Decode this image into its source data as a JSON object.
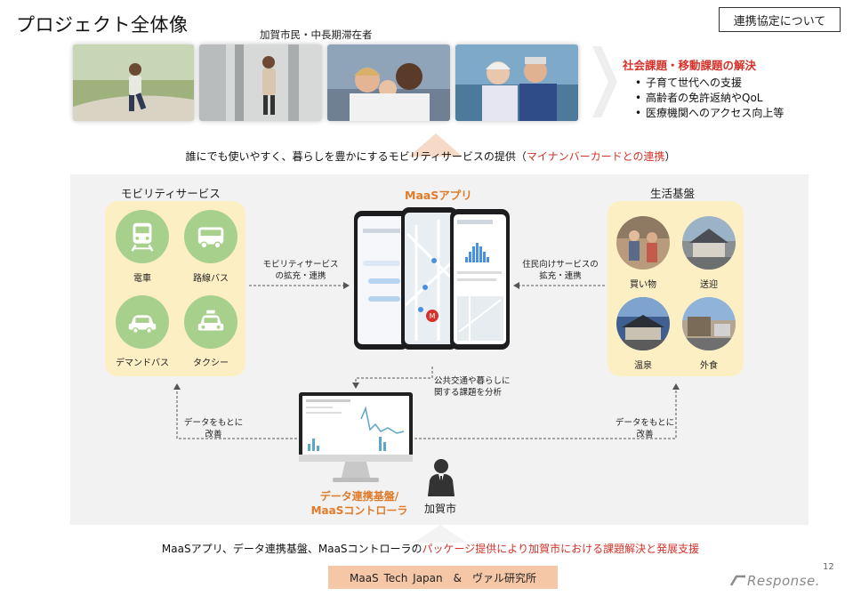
{
  "title": "プロジェクト全体像",
  "agreement_button": "連携協定について",
  "residents_label": "加賀市民・中長期滞在者",
  "issues": {
    "title": "社会課題・移動課題の解決",
    "items": [
      "子育て世代への支援",
      "高齢者の免許返納やQoL",
      "医療機関へのアクセス向上等"
    ]
  },
  "service_line": {
    "main": "誰にでも使いやすく、暮らしを豊かにするモビリティサービスの提供（",
    "highlight": "マイナンバーカードとの連携",
    "end": "）"
  },
  "mobility": {
    "title": "モビリティサービス",
    "items": [
      {
        "label": "電車",
        "icon": "train-icon"
      },
      {
        "label": "路線バス",
        "icon": "bus-icon"
      },
      {
        "label": "デマンドバス",
        "icon": "car-icon"
      },
      {
        "label": "タクシー",
        "icon": "taxi-icon"
      }
    ]
  },
  "maas_app_title": "MaaSアプリ",
  "life": {
    "title": "生活基盤",
    "items": [
      {
        "label": "買い物"
      },
      {
        "label": "送迎"
      },
      {
        "label": "温泉"
      },
      {
        "label": "外食"
      }
    ]
  },
  "notes": {
    "mobility_link": [
      "モビリティサービス",
      "の拡充・連携"
    ],
    "resident_link": [
      "住民向けサービスの",
      "拡充・連携"
    ],
    "analysis": [
      "公共交通や暮らしに",
      "関する課題を分析"
    ],
    "improve_left": [
      "データをもとに",
      "改善"
    ],
    "improve_right": [
      "データをもとに",
      "改善"
    ]
  },
  "platform_label": [
    "データ連携基盤/",
    "MaaSコントローラ"
  ],
  "kaga_label": "加賀市",
  "package_line": {
    "main": "MaaSアプリ、データ連携基盤、MaaSコントローラの",
    "highlight": "パッケージ提供により加賀市における課題解決と発展支援"
  },
  "company_box": "MaaS Tech Japan　&　ヴァル研究所",
  "page_number": "12",
  "watermark": "Response.",
  "colors": {
    "accent_red": "#d6322b",
    "accent_orange": "#e07b2a",
    "panel_gray": "#f2f2f2",
    "yellow_box": "#fdefc4",
    "icon_green": "#a8d08d",
    "company_peach": "#f6c7a7"
  }
}
